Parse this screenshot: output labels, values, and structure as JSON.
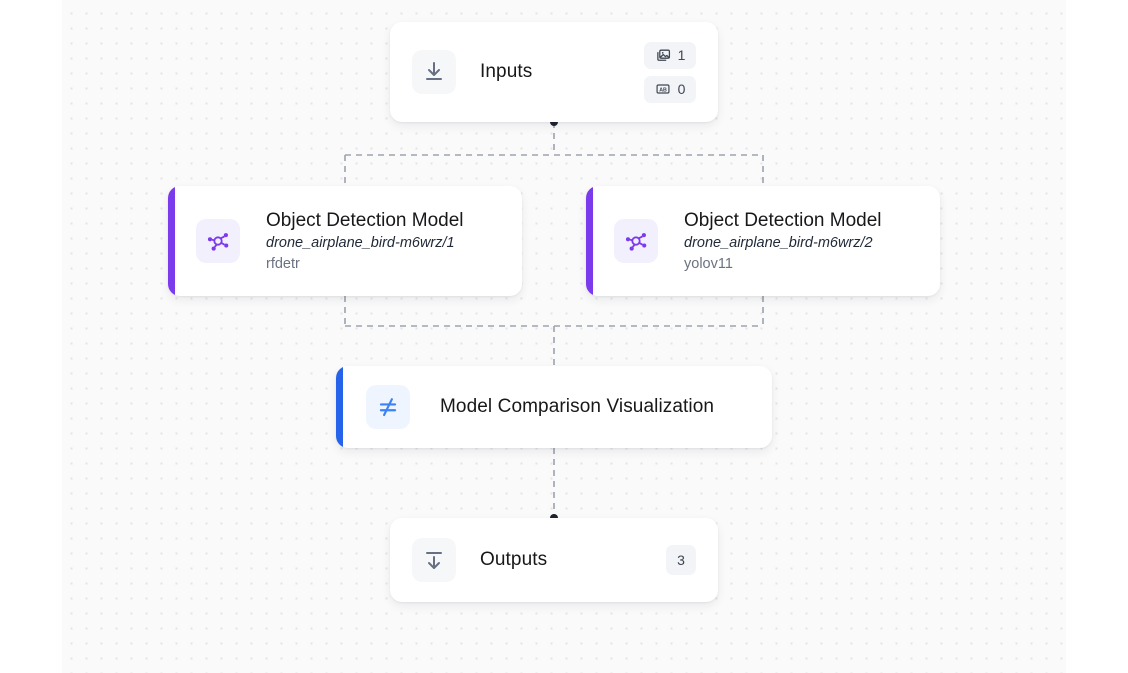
{
  "canvas": {
    "background": "#fafafa",
    "dot_color": "#e4e4e7"
  },
  "nodes": {
    "inputs": {
      "title": "Inputs",
      "icon": "download-arrow-icon",
      "badges": [
        {
          "icon": "image-icon",
          "label": "1"
        },
        {
          "icon": "text-ab-icon",
          "label": "0"
        }
      ]
    },
    "model_1": {
      "title": "Object Detection Model",
      "version": "drone_airplane_bird-m6wrz/1",
      "family": "rfdetr",
      "icon": "model-network-icon",
      "accent": "#7c3aed"
    },
    "model_2": {
      "title": "Object Detection Model",
      "version": "drone_airplane_bird-m6wrz/2",
      "family": "yolov11",
      "icon": "model-network-icon",
      "accent": "#7c3aed"
    },
    "visualization": {
      "title": "Model Comparison Visualization",
      "icon": "not-equal-icon",
      "accent": "#2563eb"
    },
    "outputs": {
      "title": "Outputs",
      "icon": "upload-arrow-icon",
      "badge": "3"
    }
  },
  "edges": {
    "style": "dashed",
    "color": "#9ca3af"
  }
}
